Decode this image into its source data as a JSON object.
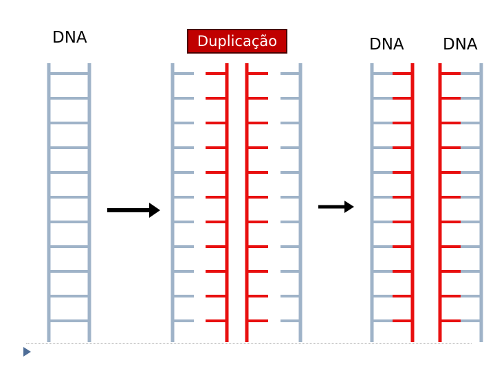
{
  "labels": {
    "dna_left": "DNA",
    "duplication": "Duplicação",
    "dna_right_a": "DNA",
    "dna_right_b": "DNA"
  },
  "colors": {
    "parental_strand": "#9fb3c8",
    "new_strand": "#e80f0f",
    "arrow": "#000000",
    "duplication_box": "#c00000",
    "bullet": "#4e6d97"
  },
  "icons": {
    "process_arrow": "right-arrow-icon",
    "slide_bullet": "triangle-bullet-icon"
  }
}
